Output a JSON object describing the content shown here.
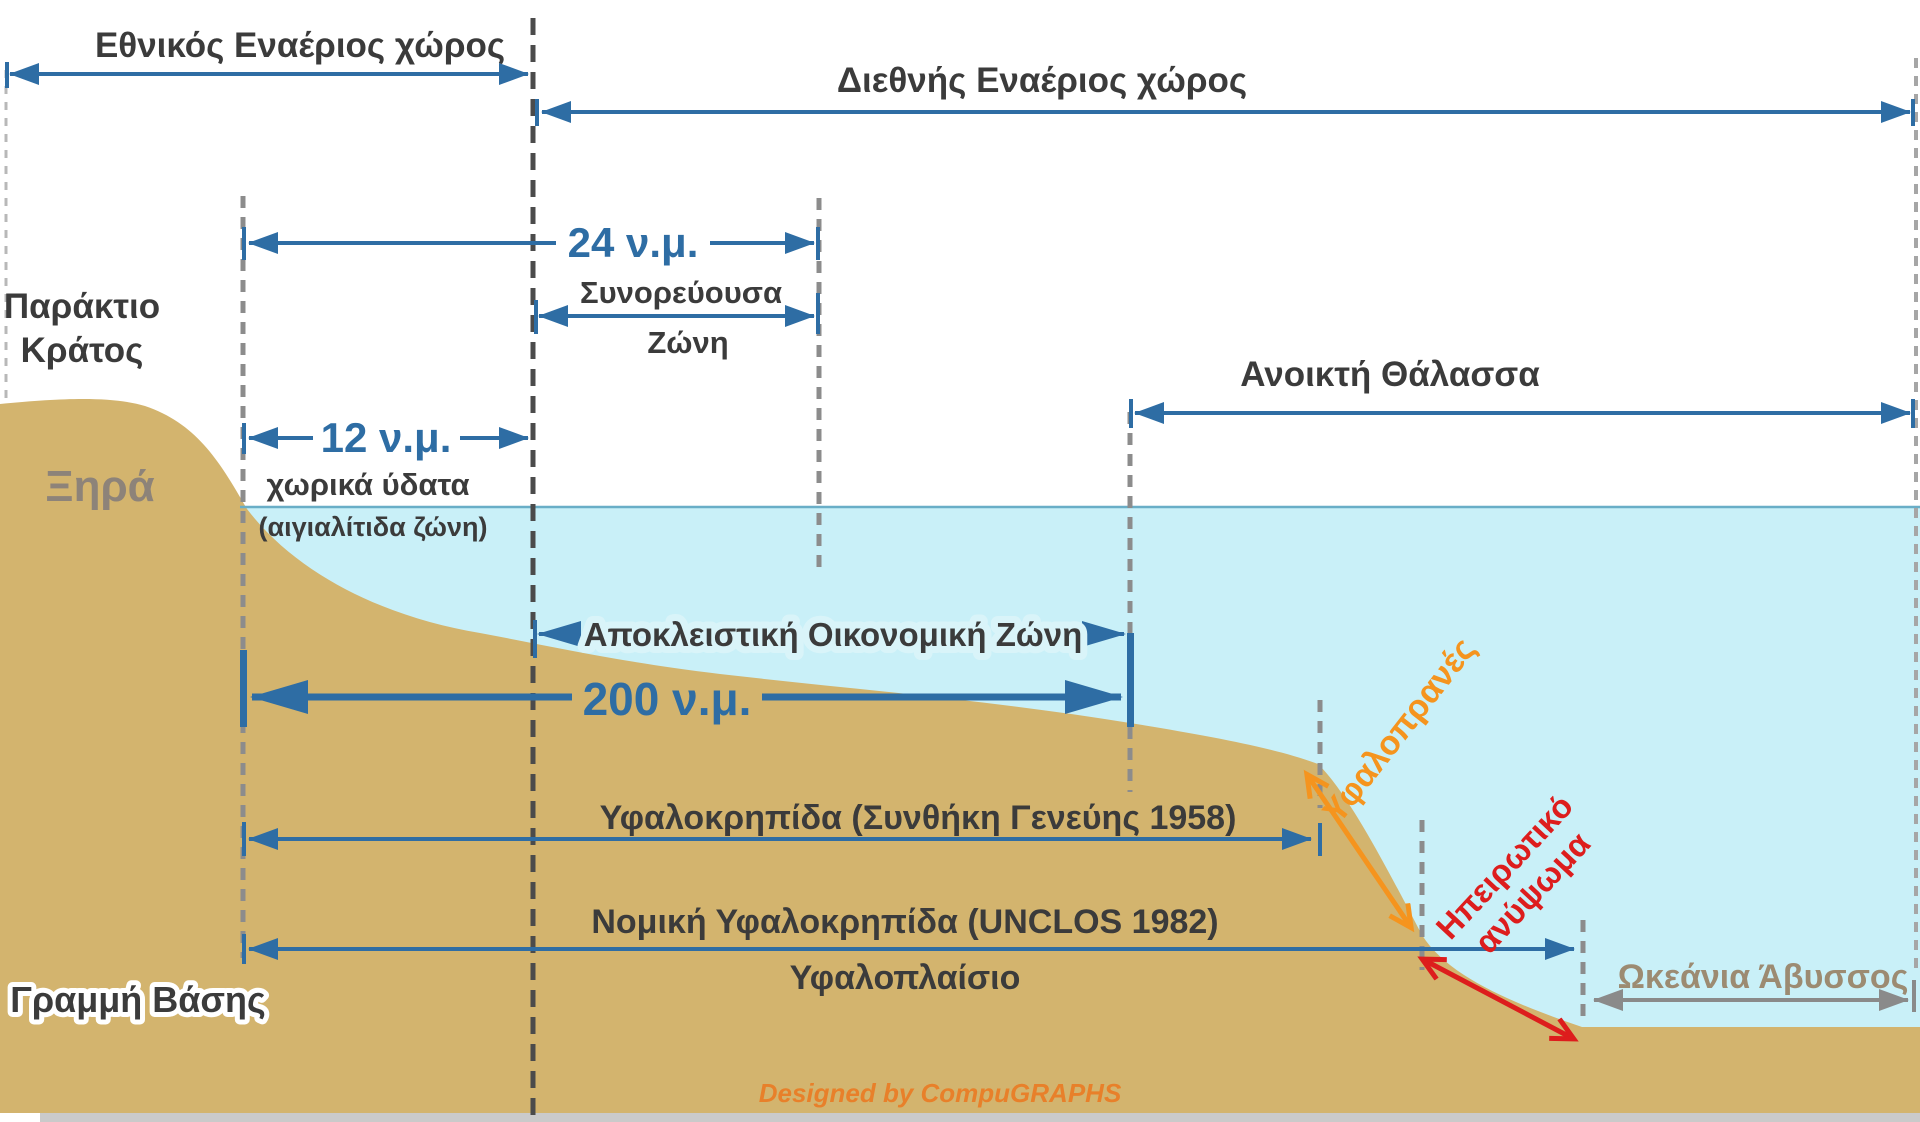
{
  "diagram_title": "Greek maritime zones cross-section",
  "colors": {
    "sand": "#d3b46e",
    "water": "#c9f0f8",
    "arrow_blue": "#2e6da4",
    "text_dark": "#3b3b3b",
    "land_gray": "#8d8379",
    "slope_orange": "#f5941e",
    "rise_red": "#dd1d1d",
    "abyss_gray": "#9c8b72",
    "credit_orange": "#e8802a",
    "bottom_strip": "#cacaca"
  },
  "labels": {
    "airspace_national": "Εθνικός Εναέριος χώρος",
    "airspace_international": "Διεθνής Εναέριος χώρος",
    "contiguous_value": "24 ν.μ.",
    "contiguous_line1": "Συνορεύουσα",
    "contiguous_line2": "Ζώνη",
    "coastal_state_line1": "Παράκτιο",
    "coastal_state_line2": "Κράτος",
    "high_seas": "Ανοικτή Θάλασσα",
    "territorial_value": "12 ν.μ.",
    "territorial_waters": "χωρικά ύδατα",
    "territorial_waters_alt": "(αιγιαλίτιδα ζώνη)",
    "dry_land": "Ξηρά",
    "eez": "Αποκλειστική Οικονομική Ζώνη",
    "eez_value": "200 ν.μ.",
    "shelf_geneva": "Υφαλοκρηπίδα (Συνθήκη Γενεύης 1958)",
    "continental_slope": "Υφαλοπρανές",
    "continental_rise_line1": "Ηπειρωτικό",
    "continental_rise_line2": "ανύψωμα",
    "shelf_unclos": "Νομική Υφαλοκρηπίδα (UNCLOS 1982)",
    "shelf_frame": "Υφαλοπλαίσιο",
    "baseline": "Γραμμή Βάσης",
    "ocean_abyss": "Ωκεάνια Άβυσσος",
    "credit": "Designed by CompuGRAPHS"
  }
}
